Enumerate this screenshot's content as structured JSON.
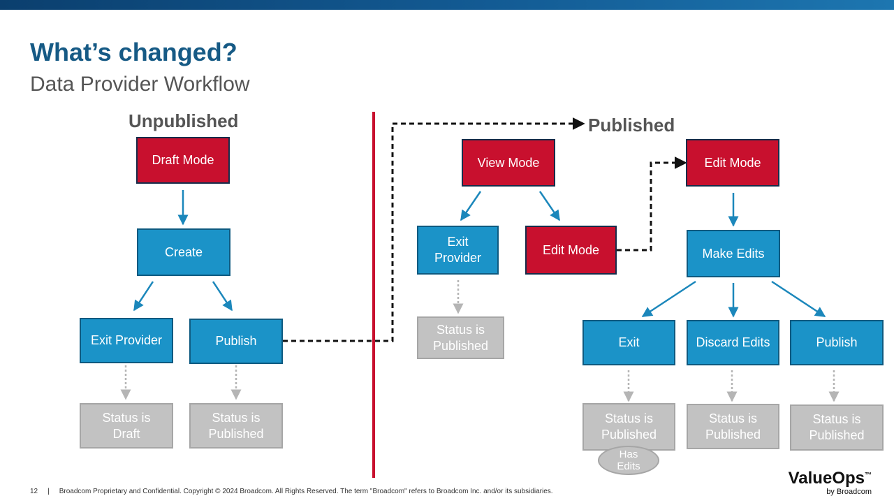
{
  "header": {
    "title": "What’s changed?",
    "subtitle": "Data Provider Workflow"
  },
  "sections": {
    "unpublished": "Unpublished",
    "published": "Published"
  },
  "unpublished_flow": {
    "draft_mode": "Draft Mode",
    "create": "Create",
    "exit_provider": "Exit Provider",
    "publish": "Publish",
    "status_draft": "Status is\nDraft",
    "status_published": "Status is\nPublished"
  },
  "published_flow": {
    "view_mode": "View Mode",
    "exit_provider": "Exit\nProvider",
    "edit_mode_lower": "Edit Mode",
    "status_published": "Status is\nPublished",
    "edit_mode": "Edit Mode",
    "make_edits": "Make Edits",
    "exit": "Exit",
    "discard_edits": "Discard Edits",
    "publish": "Publish",
    "status_exit": "Status is\nPublished",
    "has_edits": "Has\nEdits",
    "status_discard": "Status is\nPublished",
    "status_publish": "Status is\nPublished"
  },
  "colors": {
    "blue_node": "#1b93c8",
    "red_node": "#c8102e",
    "status_node": "#c2c2c2",
    "divider": "#c8102e",
    "arrow": "#1b87bb"
  },
  "footer": {
    "page_number": "12",
    "separator": "|",
    "legal": "Broadcom Proprietary and Confidential.  Copyright © 2024 Broadcom.  All Rights Reserved. The term \"Broadcom\" refers to Broadcom Inc. and/or its subsidiaries."
  },
  "brand": {
    "name": "ValueOps",
    "tm": "™",
    "byline": "by Broadcom"
  }
}
